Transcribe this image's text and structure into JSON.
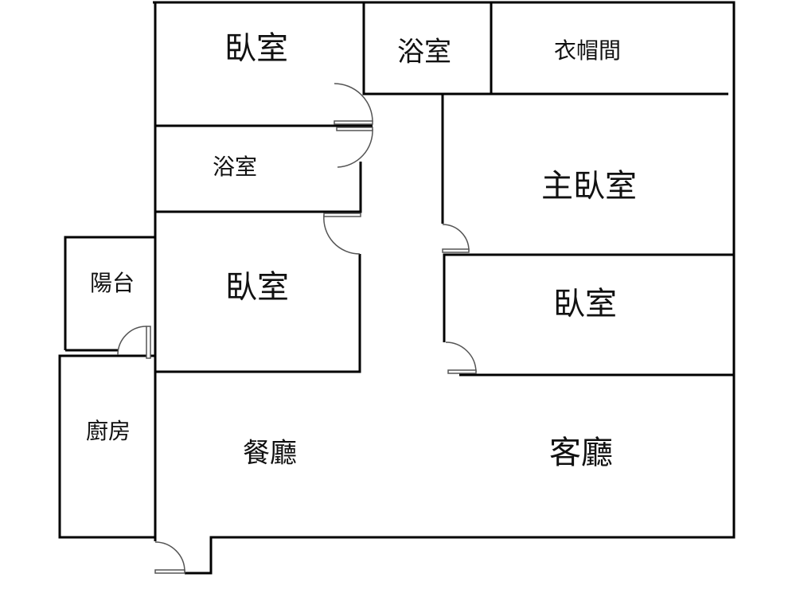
{
  "rooms": {
    "bedroom_top_left": "臥室",
    "bathroom_top": "浴室",
    "cloakroom": "衣帽間",
    "bathroom_left": "浴室",
    "master_bedroom": "主臥室",
    "balcony": "陽台",
    "bedroom_mid_left": "臥室",
    "bedroom_right": "臥室",
    "kitchen": "廚房",
    "dining_room": "餐廳",
    "living_room": "客廳"
  },
  "colors": {
    "wall": "#000000",
    "door": "#666666"
  }
}
